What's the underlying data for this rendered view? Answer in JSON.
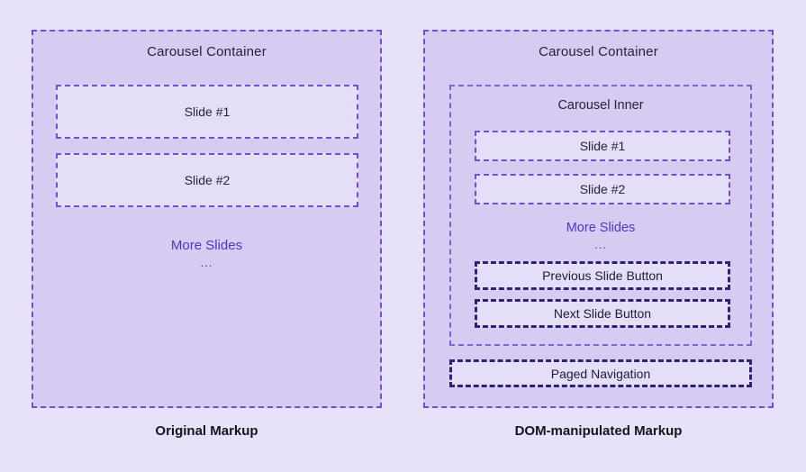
{
  "left": {
    "container_title": "Carousel Container",
    "slide1": "Slide #1",
    "slide2": "Slide #2",
    "more_slides": "More Slides",
    "ellipsis": "...",
    "caption": "Original Markup"
  },
  "right": {
    "container_title": "Carousel Container",
    "inner_title": "Carousel Inner",
    "slide1": "Slide #1",
    "slide2": "Slide #2",
    "more_slides": "More Slides",
    "ellipsis": "...",
    "prev_button": "Previous Slide Button",
    "next_button": "Next Slide Button",
    "paged_navigation": "Paged Navigation",
    "caption": "DOM-manipulated Markup"
  },
  "colors": {
    "page_bg": "#e7e1f9",
    "container_bg": "#d7cbf2",
    "box_bg": "#e5def8",
    "purple_border": "#6f50d2",
    "inner_border": "#7e62da",
    "dark_border": "#2c2377",
    "heading_text": "#262338",
    "accent_text": "#5433c9",
    "caption_text": "#16141f"
  }
}
